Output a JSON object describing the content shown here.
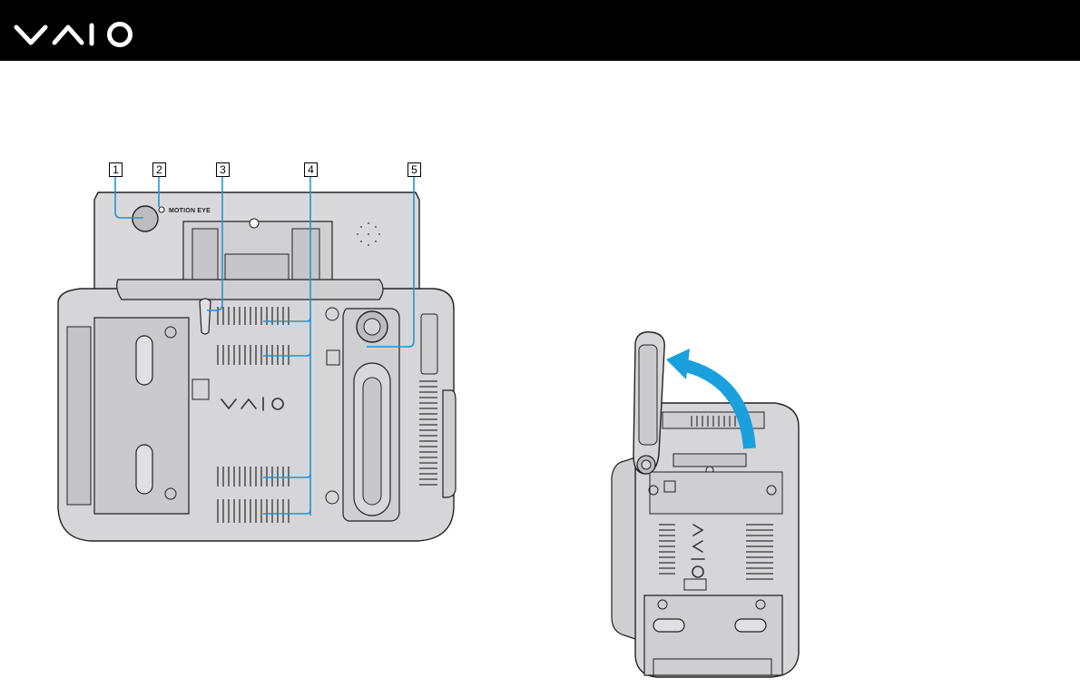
{
  "header": {
    "logo_text": "VAIO",
    "logo_icon": "vaio-logo-icon",
    "background": "#000000",
    "logo_color": "#ffffff"
  },
  "figure_back": {
    "callouts": [
      "1",
      "2",
      "3",
      "4",
      "5"
    ],
    "camera_label": "MOTION EYE",
    "callout_line_color": "#1e96d2"
  },
  "figure_side": {
    "arrow_icon": "rotate-arrow-icon",
    "arrow_color": "#1aa0dc"
  }
}
